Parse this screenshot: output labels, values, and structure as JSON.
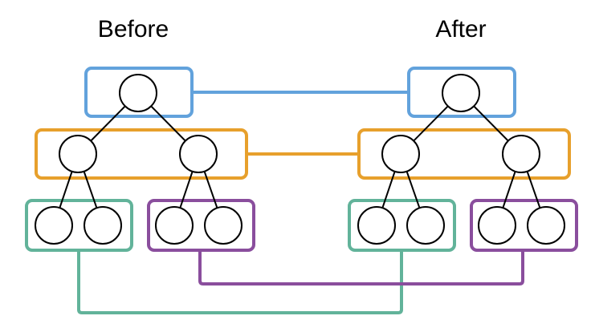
{
  "diagram": {
    "titles": {
      "before": "Before",
      "after": "After"
    },
    "colors": {
      "root_box": "#62A2DC",
      "internal_box": "#E7A02C",
      "left_leaf_box": "#62B39A",
      "right_leaf_box": "#8A4E9D",
      "edge": "#000000",
      "node_fill": "#ffffff",
      "background": "#ffffff"
    },
    "trees": [
      {
        "id": "before",
        "label": "Before"
      },
      {
        "id": "after",
        "label": "After"
      }
    ],
    "structure": {
      "description": "Two identical complete binary trees of depth 3 (1 root, 2 internal nodes, 4 leaves); nodes are unlabeled circles grouped by level into colored boxes.",
      "levels": [
        1,
        2,
        4
      ],
      "groups": [
        {
          "key": "root",
          "label": "root group",
          "nodes": 1,
          "color_key": "root_box"
        },
        {
          "key": "internal",
          "label": "internal level group",
          "nodes": 2,
          "color_key": "internal_box"
        },
        {
          "key": "left-leaf",
          "label": "left leaf group",
          "nodes": 2,
          "color_key": "left_leaf_box"
        },
        {
          "key": "right-leaf",
          "label": "right leaf group",
          "nodes": 2,
          "color_key": "right_leaf_box"
        }
      ]
    },
    "links": [
      {
        "group": "root",
        "from": "before",
        "to": "after",
        "color_key": "root_box"
      },
      {
        "group": "internal",
        "from": "before",
        "to": "after",
        "color_key": "internal_box"
      },
      {
        "group": "left-leaf",
        "from": "before",
        "to": "after",
        "color_key": "left_leaf_box"
      },
      {
        "group": "right-leaf",
        "from": "before",
        "to": "after",
        "color_key": "right_leaf_box"
      }
    ]
  }
}
